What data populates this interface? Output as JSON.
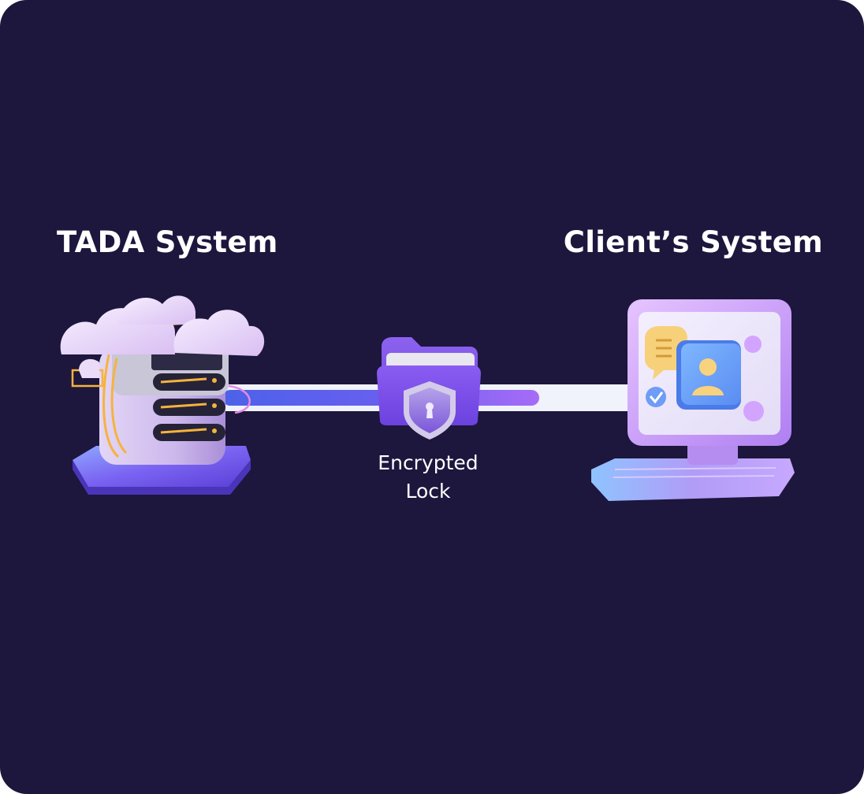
{
  "diagram": {
    "left_system": {
      "title": "TADA System",
      "icon": "cloud-server-icon"
    },
    "right_system": {
      "title": "Client’s System",
      "icon": "computer-monitor-icon"
    },
    "middle": {
      "icon": "encrypted-folder-shield-icon",
      "caption_line1": "Encrypted",
      "caption_line2": "Lock"
    }
  },
  "colors": {
    "background": "#1d163d",
    "heading_text": "#ffffff",
    "connector_bar": "#f0f2fc",
    "connector_gradient_start": "#4c62e8",
    "connector_gradient_end": "#a66cf7",
    "folder": "#7a50e4",
    "server_accent": "#f6b33c",
    "monitor_frame": "#c99df4"
  }
}
